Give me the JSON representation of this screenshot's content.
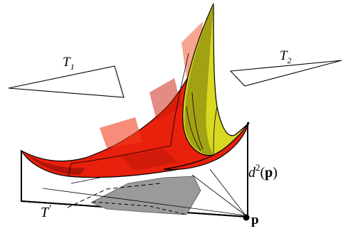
{
  "labels": {
    "t1": "T",
    "t1_sub": "1",
    "t2": "T",
    "t2_sub": "2",
    "t_prime": "T",
    "t_prime_mark": "′",
    "d2_d": "d",
    "d2_exp": "2",
    "d2_open": "(",
    "d2_p": "p",
    "d2_close": ")",
    "point_p": "p"
  },
  "colors": {
    "surface_red": "#e8200c",
    "surface_red_dark": "#a01208",
    "surface_yellow": "#d8d820",
    "surface_olive": "#8a8a10",
    "shadow_gray": "#9a9a9a",
    "line": "#000000"
  }
}
